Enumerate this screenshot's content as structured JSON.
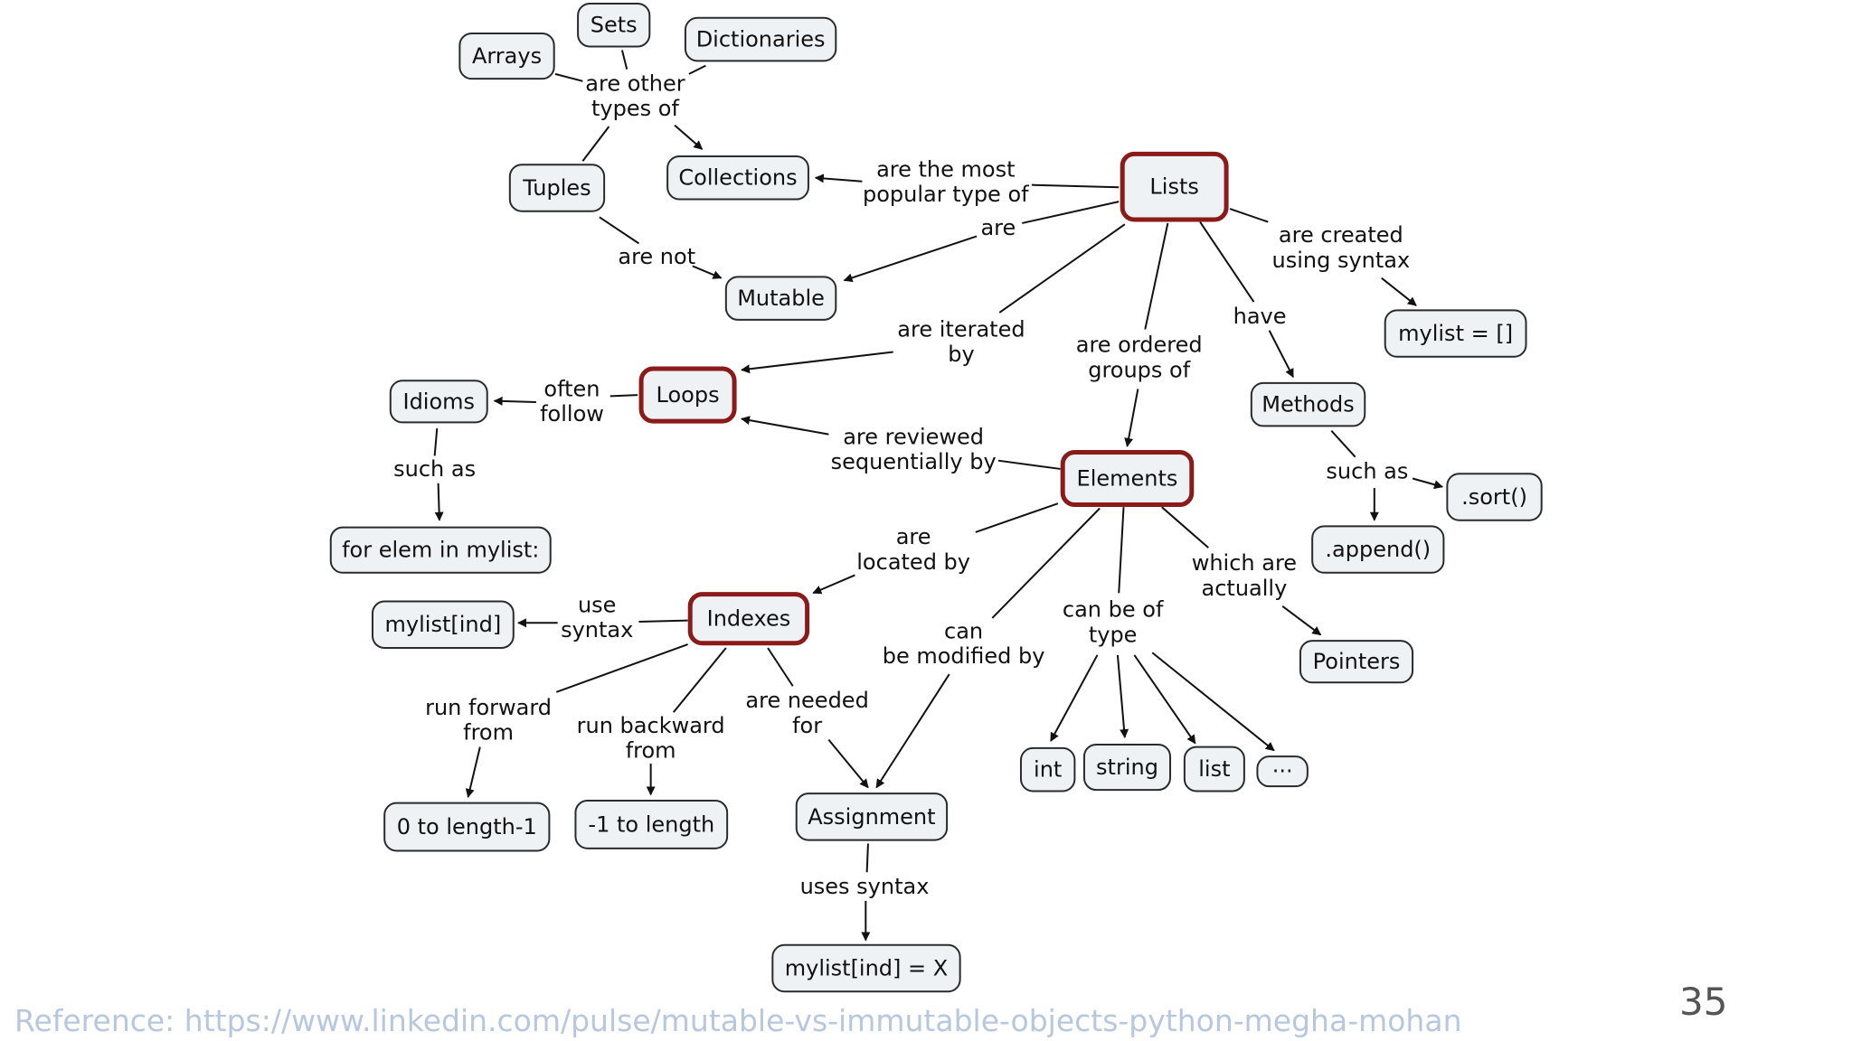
{
  "concepts": {
    "sets": "Sets",
    "arrays": "Arrays",
    "dictionaries": "Dictionaries",
    "tuples": "Tuples",
    "collections": "Collections",
    "lists": "Lists",
    "mutable": "Mutable",
    "mylist_empty": "mylist = []",
    "loops": "Loops",
    "idioms": "Idioms",
    "methods": "Methods",
    "elements": "Elements",
    "sort": ".sort()",
    "append": ".append()",
    "for_elem": "for elem in mylist:",
    "pointers": "Pointers",
    "mylist_ind": "mylist[ind]",
    "indexes": "Indexes",
    "int": "int",
    "string": "string",
    "list": "list",
    "ellipsis": "···",
    "zero_to_length": "0 to length-1",
    "neg_one_to_length": "-1 to length",
    "assignment": "Assignment",
    "mylist_ind_assign": "mylist[ind] = X"
  },
  "links": {
    "are_other_types_of": [
      "are other",
      "types of"
    ],
    "are_the_most_popular_type_of": [
      "are the most",
      "popular type of"
    ],
    "are": [
      "are"
    ],
    "are_not": [
      "are not"
    ],
    "are_created_using_syntax": [
      "are created",
      "using syntax"
    ],
    "have": [
      "have"
    ],
    "are_iterated_by": [
      "are iterated",
      "by"
    ],
    "are_ordered_groups_of": [
      "are ordered",
      "groups of"
    ],
    "often_follow": [
      "often",
      "follow"
    ],
    "are_reviewed_sequentially_by": [
      "are reviewed",
      "sequentially by"
    ],
    "such_as_idioms": [
      "such as"
    ],
    "such_as_methods": [
      "such as"
    ],
    "are_located_by": [
      "are",
      "located by"
    ],
    "which_are_actually": [
      "which are",
      "actually"
    ],
    "use_syntax": [
      "use",
      "syntax"
    ],
    "can_be_modified_by": [
      "can",
      "be modified by"
    ],
    "can_be_of_type": [
      "can be of",
      "type"
    ],
    "run_forward_from": [
      "run forward",
      "from"
    ],
    "run_backward_from": [
      "run backward",
      "from"
    ],
    "are_needed_for": [
      "are needed",
      "for"
    ],
    "uses_syntax": [
      "uses syntax"
    ]
  },
  "colors": {
    "key_border": "#8b1a1a",
    "node_border": "#2b2b2b",
    "node_fill": "#eef2f5",
    "reference_text": "#b7c7de"
  },
  "footer": {
    "reference": "Reference: https://www.linkedin.com/pulse/mutable-vs-immutable-objects-python-megha-mohan",
    "page_number": "35"
  }
}
